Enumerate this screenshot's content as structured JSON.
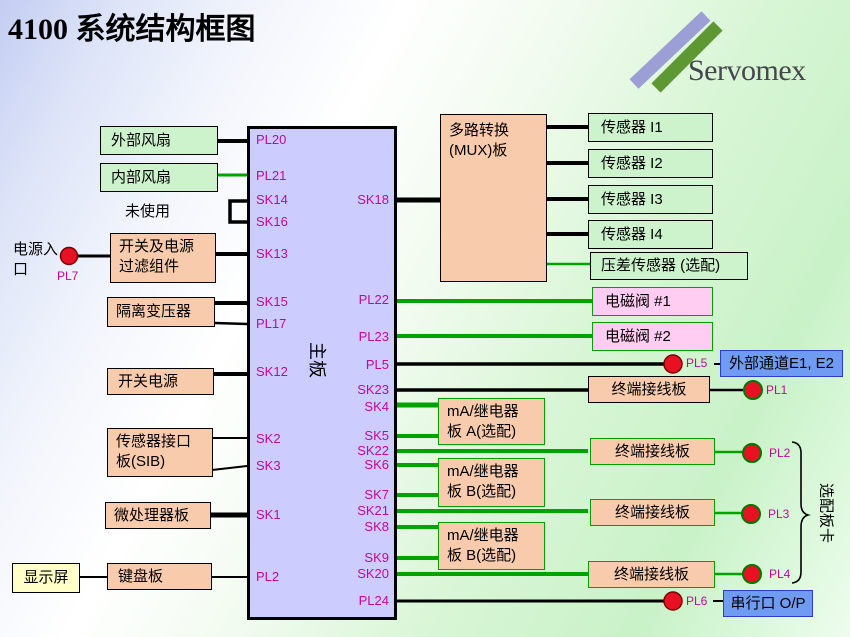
{
  "title": "4100 系统结构框图",
  "logo": {
    "name": "Servomex"
  },
  "board": {
    "label": "主板",
    "left_pins": [
      "PL20",
      "PL21",
      "SK14",
      "SK16",
      "SK13",
      "SK15",
      "PL17",
      "SK12",
      "SK2",
      "SK3",
      "SK1",
      "PL2"
    ],
    "right_pins": [
      "SK18",
      "PL22",
      "PL23",
      "PL5",
      "SK23",
      "SK4",
      "SK5",
      "SK22",
      "SK6",
      "SK7",
      "SK21",
      "SK8",
      "SK9",
      "SK20",
      "PL24"
    ]
  },
  "left_column": {
    "ext_fan": "外部风扇",
    "int_fan": "内部风扇",
    "unused": "未使用",
    "power_inlet_line1": "电源入",
    "power_inlet_line2": "口",
    "power_filter_line1": "开关及电源",
    "power_filter_line2": "过滤组件",
    "isolation_transformer": "隔离变压器",
    "switch_psu": "开关电源",
    "sib_line1": "传感器接口",
    "sib_line2": "板(SIB)",
    "micro_board": "微处理器板",
    "display": "显示屏",
    "keyboard_board": "键盘板"
  },
  "right_column": {
    "mux_line1": "多路转换",
    "mux_line2": "(MUX)板",
    "sensors": [
      "传感器 I1",
      "传感器 I2",
      "传感器 I3",
      "传感器 I4"
    ],
    "pressure_sensor": "压差传感器 (选配)",
    "valve1": "电磁阀 #1",
    "valve2": "电磁阀 #2",
    "ext_channel": "外部通道E1, E2",
    "terminal_board": "终端接线板",
    "ma_relay_line1": "mA/继电器",
    "ma_relay_a_line2": "板 A(选配)",
    "ma_relay_b_line2": "板 B(选配)",
    "serial_port": "串行口 O/P",
    "optional_cards": "选配板卡"
  },
  "connectors": {
    "pl7": "PL7",
    "pl5": "PL5",
    "pl1": "PL1",
    "pl2": "PL2",
    "pl3": "PL3",
    "pl4": "PL4",
    "pl6": "PL6"
  },
  "colors": {
    "board_fill": "#ccccff",
    "salmon_box": "#f8cbad",
    "green_box": "#cdf3cd",
    "pink_box": "#ffccf2",
    "blue_box": "#6f9bf2",
    "yellow_box": "#ffffc8",
    "green_line": "#00a300",
    "pin_text": "#c00999",
    "connector_red": "#e81123",
    "logo_lavender": "#9c9ed6",
    "logo_green": "#5e9833"
  }
}
